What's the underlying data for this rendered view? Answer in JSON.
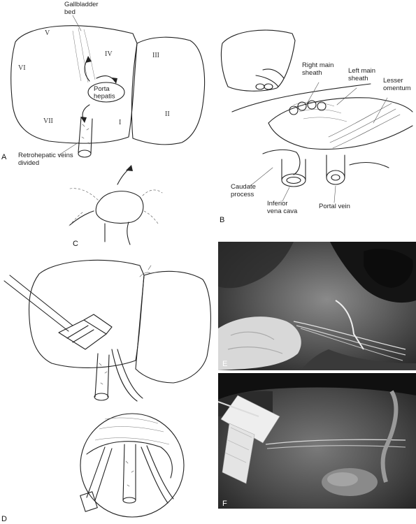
{
  "panel_a": {
    "panel_letter": "A",
    "segments": [
      "V",
      "IV",
      "III",
      "VI",
      "II",
      "VII",
      "I"
    ],
    "labels": {
      "gallbladder": "Gallbladder\nbed",
      "porta": "Porta\nhepatis",
      "retro": "Retrohepatic veins\ndivided"
    }
  },
  "panel_b": {
    "panel_letter": "B",
    "labels": {
      "right_sheath": "Right main\nsheath",
      "left_sheath": "Left main\nsheath",
      "lesser_omentum": "Lesser\nomentum",
      "caudate": "Caudate\nprocess",
      "ivc": "Inferior\nvena cava",
      "portal_vein": "Portal vein"
    }
  },
  "panel_c": {
    "panel_letter": "C"
  },
  "panel_d": {
    "panel_letter": "D"
  },
  "panel_e": {
    "panel_letter": "E"
  },
  "panel_f": {
    "panel_letter": "F"
  },
  "colors": {
    "ink": "#222222",
    "photo_dark": "#2a2a2a",
    "photo_mid": "#6a6a6a",
    "background": "#ffffff"
  }
}
